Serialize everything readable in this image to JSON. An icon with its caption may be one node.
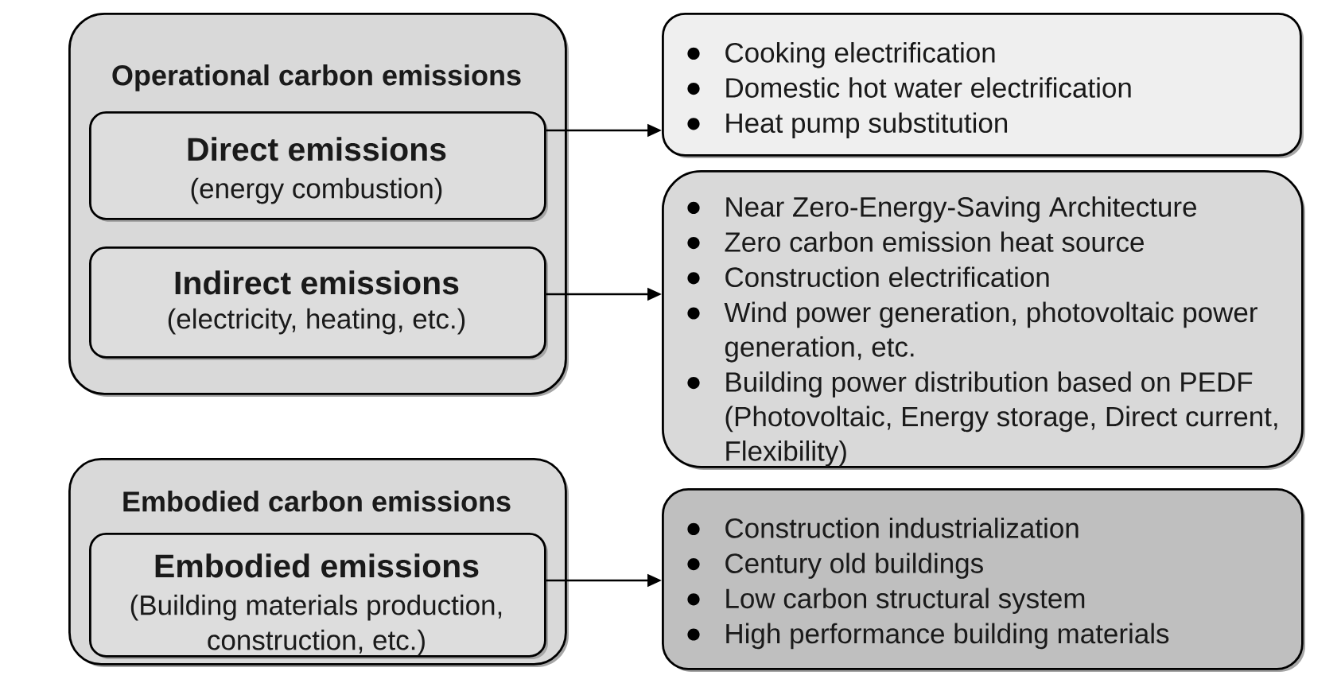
{
  "diagram": {
    "nodes": [
      {
        "text": [
          "Operational carbon emissions"
        ]
      },
      {
        "text": [
          "Direct emissions",
          "(energy combustion)"
        ],
        "in": 0
      },
      {
        "text": [
          "Indirect emissions",
          "(electricity, heating, etc.)"
        ],
        "in": 0
      },
      {
        "text": [
          "Cooking electrification",
          "Domestic hot water electrification",
          "Heat pump substitution"
        ]
      },
      {
        "text": [
          "Near Zero-Energy-Saving Architecture",
          "Zero carbon emission heat source",
          "Construction electrification",
          "Wind power generation, photovoltaic power generation, etc.",
          "Building power distribution based on PEDF (Photovoltaic, Energy storage, Direct current, Flexibility)"
        ]
      },
      {
        "text": [
          "Embodied carbon emissions"
        ]
      },
      {
        "text": [
          "Embodied emissions",
          "(Building materials production, construction, etc.)"
        ],
        "in": 5
      },
      {
        "text": [
          "Construction industrialization",
          "Century old buildings",
          "Low carbon structural system",
          "High performance building materials"
        ]
      }
    ],
    "edges": [
      {
        "from": 1,
        "to": 3,
        "arrow": "to"
      },
      {
        "from": 2,
        "to": 4,
        "arrow": "to"
      },
      {
        "from": 6,
        "to": 7,
        "arrow": "to"
      }
    ]
  }
}
